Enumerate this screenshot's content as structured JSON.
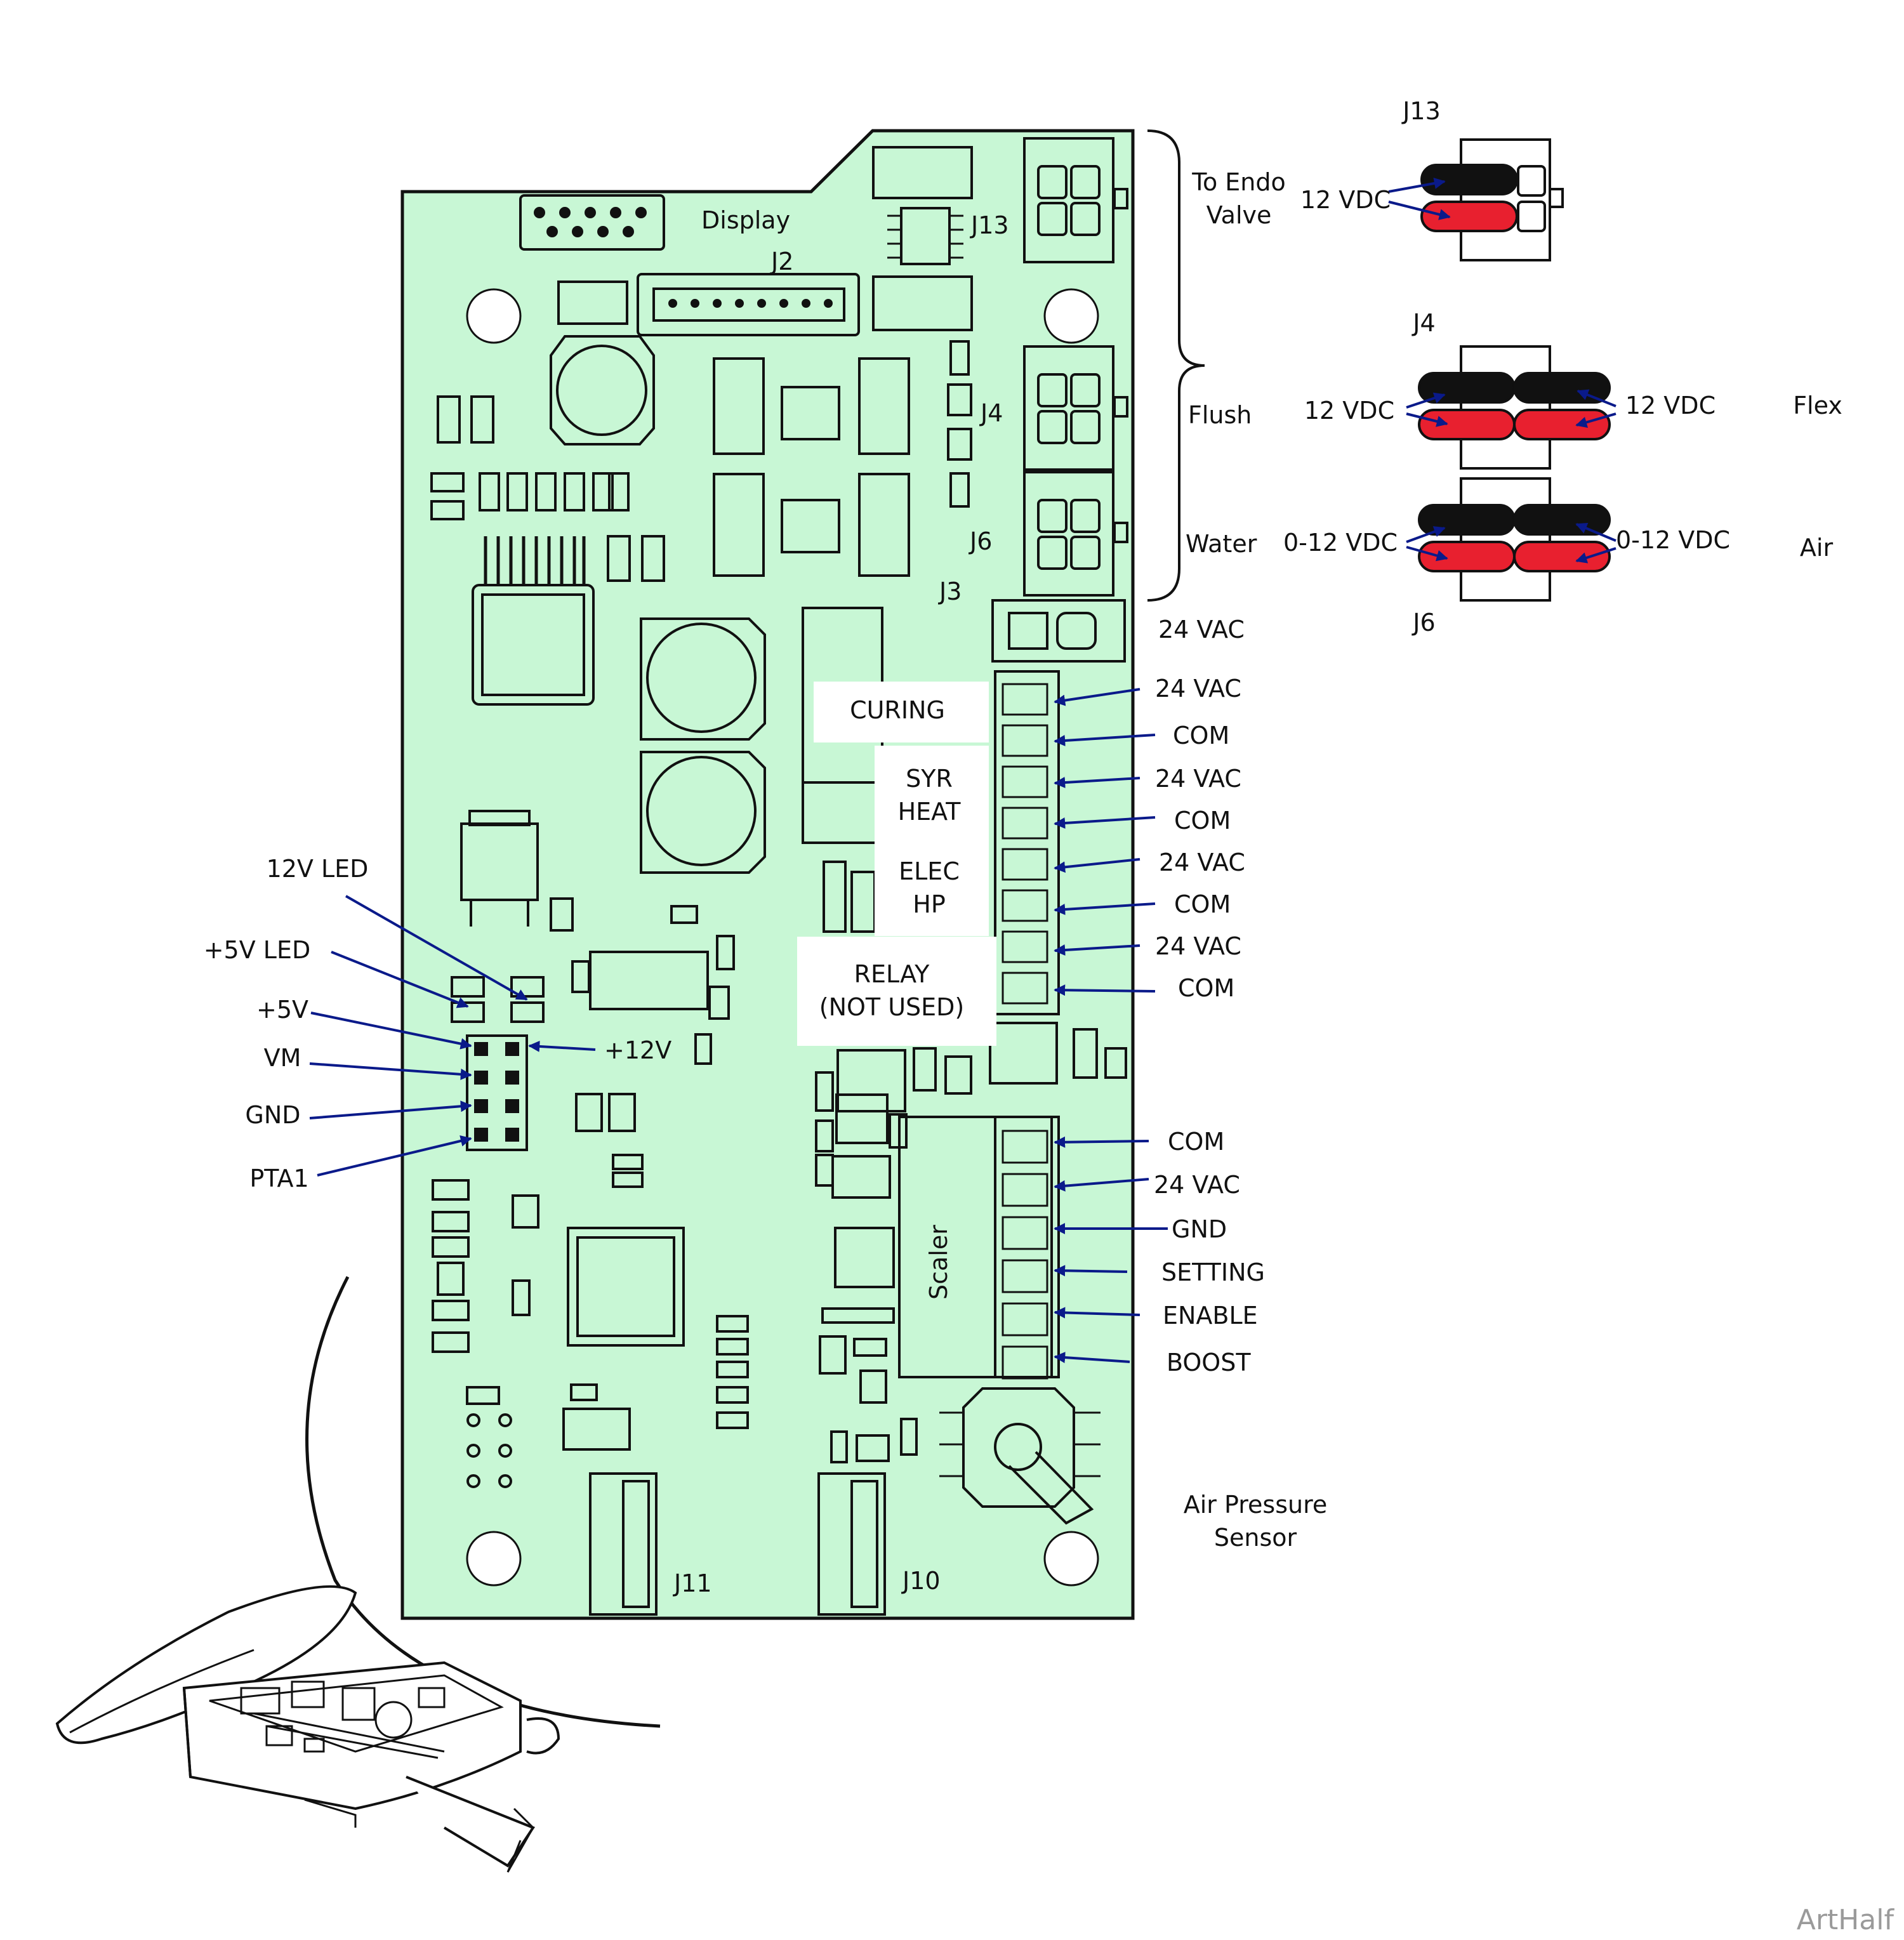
{
  "board_labels": {
    "display": "Display",
    "j2": "J2",
    "j13": "J13",
    "j4": "J4",
    "j6": "J6",
    "j3": "J3",
    "j11": "J11",
    "j10": "J10",
    "scaler": "Scaler"
  },
  "white_boxes": {
    "curing": "CURING",
    "syr_1": "SYR",
    "syr_2": "HEAT",
    "elec_1": "ELEC",
    "elec_2": "HP",
    "relay_1": "RELAY",
    "relay_2": "(NOT USED)"
  },
  "left_labels": {
    "led12": "12V LED",
    "led5": "+5V LED",
    "p5v": "+5V",
    "vm": "VM",
    "gnd": "GND",
    "pta1": "PTA1",
    "p12v": "+12V"
  },
  "bracket_labels": {
    "endo_1": "To Endo",
    "endo_2": "Valve",
    "flush": "Flush",
    "water": "Water"
  },
  "j3_label": "24 VAC",
  "relay_pins": [
    "24 VAC",
    "COM",
    "24 VAC",
    "COM",
    "24 VAC",
    "COM",
    "24 VAC",
    "COM"
  ],
  "scaler_pins": [
    "COM",
    "24 VAC",
    "GND",
    "SETTING",
    "ENABLE",
    "BOOST"
  ],
  "detail": {
    "j13_title": "J13",
    "j13_volt": "12 VDC",
    "j4_title": "J4",
    "j4_left": "12 VDC",
    "j4_right": "12 VDC",
    "flex": "Flex",
    "j6_left": "0-12 VDC",
    "j6_right": "0-12 VDC",
    "air": "Air",
    "j6_title": "J6"
  },
  "sensor_1": "Air Pressure",
  "sensor_2": "Sensor",
  "watermark": "ArtHalf",
  "colors": {
    "board": "#c8f7d5",
    "arrow": "#0a1a8a",
    "wire_red": "#e8202f",
    "wire_black": "#111111"
  }
}
